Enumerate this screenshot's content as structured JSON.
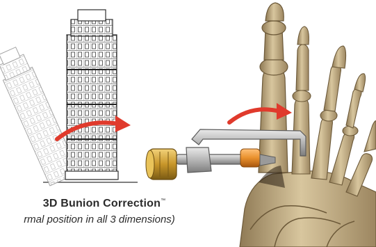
{
  "caption": {
    "title": "3D Bunion Correction",
    "trademark": "™",
    "subtitle": "rmal position in all 3 dimensions)"
  },
  "colors": {
    "arrow": "#e03a2c",
    "bone": "#c9b48b",
    "bone_shadow": "#7a6646",
    "clamp_metal": "#b9b9b9",
    "clamp_gold": "#c8962a",
    "clamp_orange": "#e9902c",
    "tower_ink": "#3a3a3a"
  },
  "icons": [
    "leaning-tower-illustration",
    "correction-arrow-icon",
    "foot-skeleton-illustration",
    "correction-clamp-device"
  ]
}
